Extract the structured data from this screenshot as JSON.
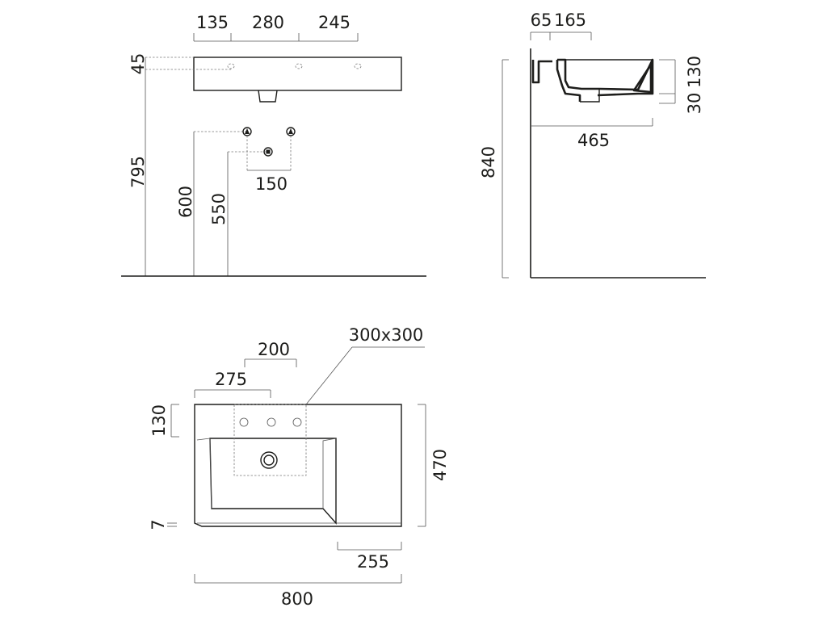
{
  "front_view": {
    "dim_hole_left": "135",
    "dim_hole_mid": "280",
    "dim_hole_right": "245",
    "dim_rim_thickness": "45",
    "dim_top_height": "795",
    "dim_inlet_height": "600",
    "dim_drain_height": "550",
    "dim_inlet_spacing": "150"
  },
  "side_view": {
    "dim_back": "65",
    "dim_front_offset": "165",
    "dim_bowl_depth": "130",
    "dim_bottom": "30",
    "dim_projection": "465",
    "dim_total_height": "840"
  },
  "plan_view": {
    "dim_box_size": "300x300",
    "dim_box_offset": "200",
    "dim_tap_offset": "275",
    "dim_back_ledge": "130",
    "dim_front_lip": "7",
    "dim_depth": "470",
    "dim_shelf_width": "255",
    "dim_width": "800"
  }
}
